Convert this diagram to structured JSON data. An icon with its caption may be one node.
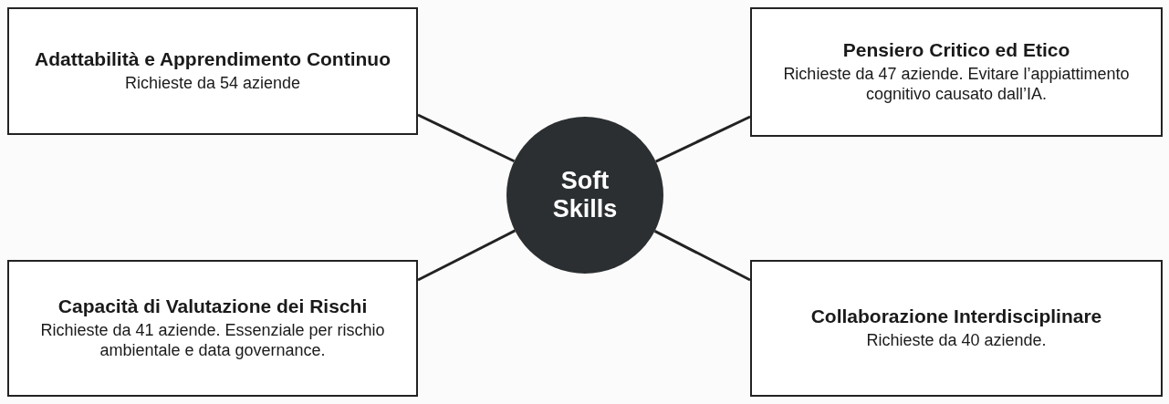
{
  "diagram": {
    "nodes": [
      {
        "text": [
          "Adattabilità e Apprendimento Continuo",
          "Richieste da 54 aziende"
        ]
      },
      {
        "text": [
          "Pensiero Critico ed Etico",
          "Richieste da 47 aziende. Evitare l’appiattimento cognitivo causato dall’IA."
        ]
      },
      {
        "text": [
          "Soft Skills"
        ]
      },
      {
        "text": [
          "Capacità di Valutazione dei Rischi",
          "Richieste da 41 aziende. Essenziale per rischio ambientale e data governance."
        ]
      },
      {
        "text": [
          "Collaborazione Interdisciplinare",
          "Richieste da 40 aziende."
        ]
      }
    ],
    "edges": [
      {
        "from": 2,
        "to": 0,
        "arrow": "none"
      },
      {
        "from": 2,
        "to": 1,
        "arrow": "none"
      },
      {
        "from": 2,
        "to": 3,
        "arrow": "none"
      },
      {
        "from": 2,
        "to": 4,
        "arrow": "none"
      }
    ]
  }
}
